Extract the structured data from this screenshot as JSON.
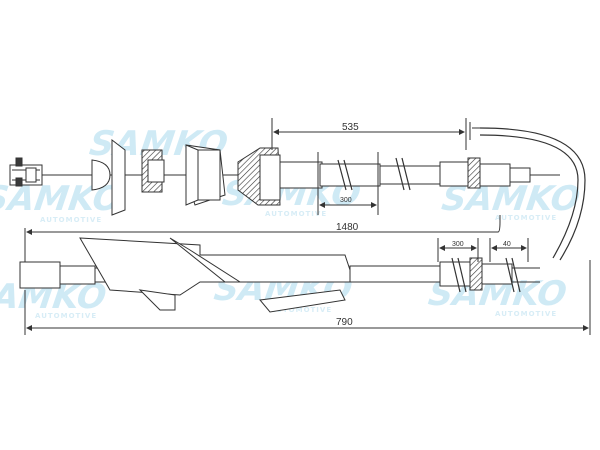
{
  "watermark": {
    "brand": "SAMKO",
    "sub": "AUTOMOTIVE"
  },
  "dimensions": {
    "upper_length": "535",
    "upper_section": "300",
    "total_length": "1480",
    "lower_length": "790",
    "lower_section_a": "300",
    "lower_section_b": "40"
  },
  "colors": {
    "line": "#333333",
    "watermark": "#bfe3f2"
  }
}
